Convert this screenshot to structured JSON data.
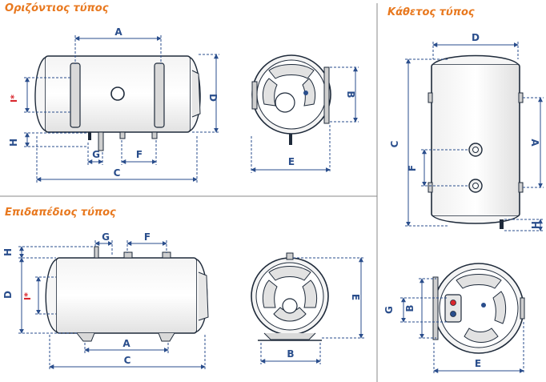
{
  "sections": {
    "horizontal": "Οριζόντιος τύπος",
    "vertical": "Κάθετος τύπος",
    "floor": "Επιδαπέδιος τύπος"
  },
  "labels": {
    "A": "A",
    "B": "B",
    "C": "C",
    "D": "D",
    "E": "E",
    "F": "F",
    "G": "G",
    "H": "H",
    "I": "I*"
  },
  "colors": {
    "title": "#e8781e",
    "dimension": "#2a4e8c",
    "accent": "#d9252c",
    "outline": "#1e2a3a"
  }
}
